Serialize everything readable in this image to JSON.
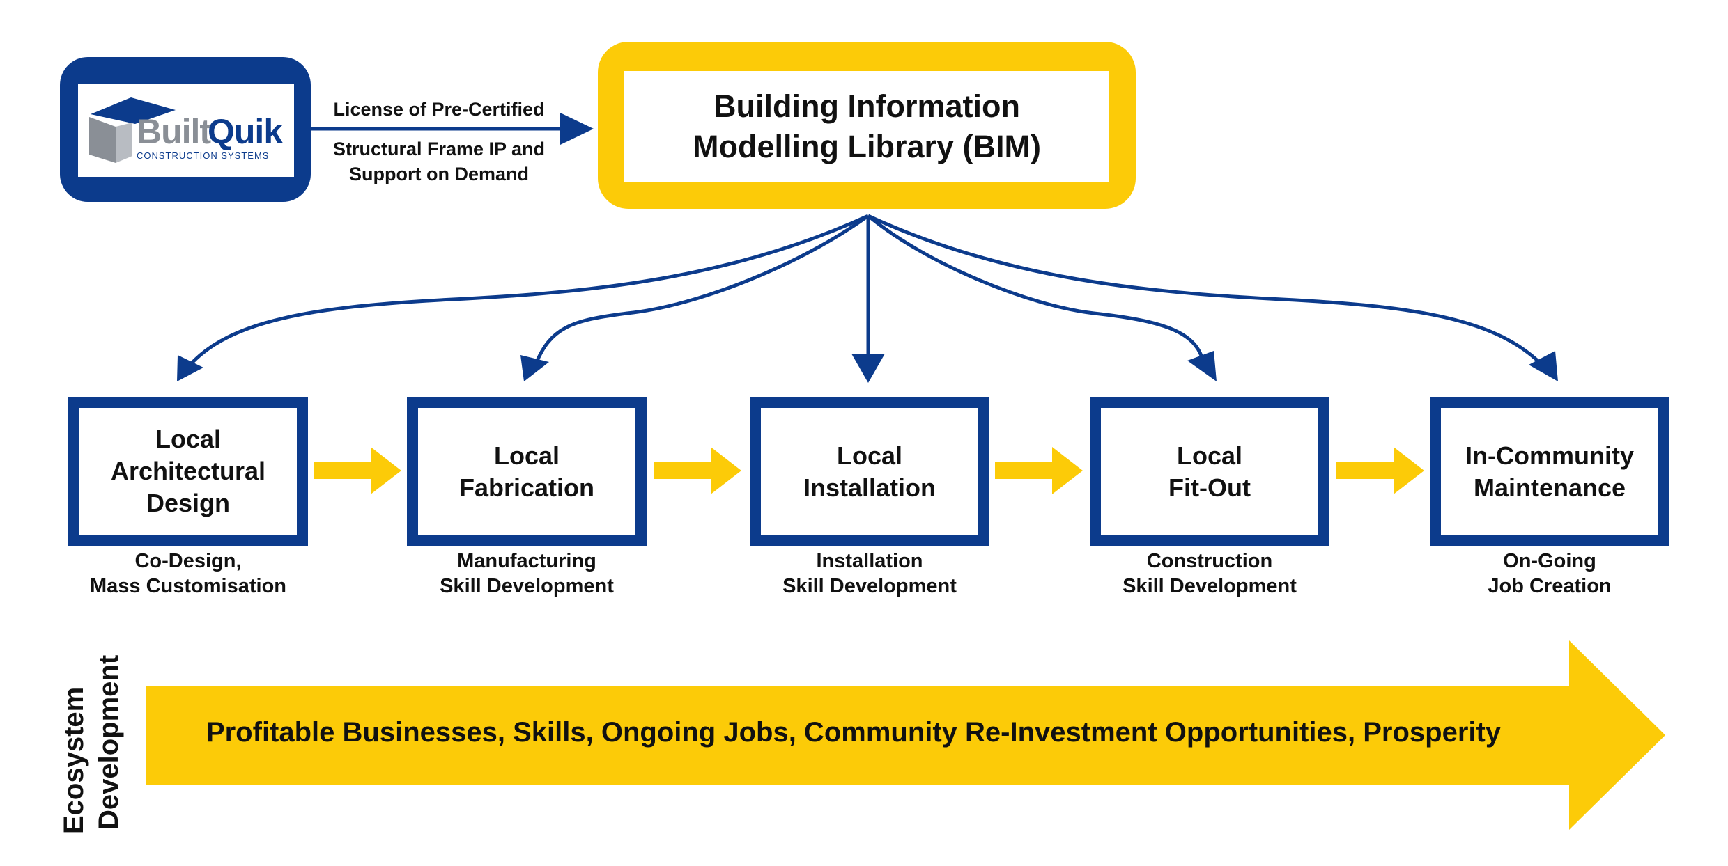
{
  "logo": {
    "brand_part1": "Built",
    "brand_part2": "Quik",
    "tagline": "CONSTRUCTION SYSTEMS",
    "icon": "house-roof-icon"
  },
  "license": {
    "line1": "License of Pre-Certified",
    "line2": "Structural Frame IP and",
    "line3": "Support on Demand"
  },
  "bim": {
    "line1": "Building Information",
    "line2": "Modelling Library (BIM)"
  },
  "steps": [
    {
      "title": [
        "Local",
        "Architectural",
        "Design"
      ],
      "sub": [
        "Co-Design,",
        "Mass Customisation"
      ]
    },
    {
      "title": [
        "Local",
        "Fabrication"
      ],
      "sub": [
        "Manufacturing",
        "Skill Development"
      ]
    },
    {
      "title": [
        "Local",
        "Installation"
      ],
      "sub": [
        "Installation",
        "Skill Development"
      ]
    },
    {
      "title": [
        "Local",
        "Fit-Out"
      ],
      "sub": [
        "Construction",
        "Skill Development"
      ]
    },
    {
      "title": [
        "In-Community",
        "Maintenance"
      ],
      "sub": [
        "On-Going",
        "Job Creation"
      ]
    }
  ],
  "ecosystem": {
    "label_line1": "Ecosystem",
    "label_line2": "Development",
    "banner": "Profitable Businesses, Skills, Ongoing Jobs, Community Re-Investment Opportunities, Prosperity"
  },
  "colors": {
    "navy": "#0c3b8c",
    "yellow": "#fccb08",
    "text": "#111111",
    "gray": "#8a8f96"
  }
}
